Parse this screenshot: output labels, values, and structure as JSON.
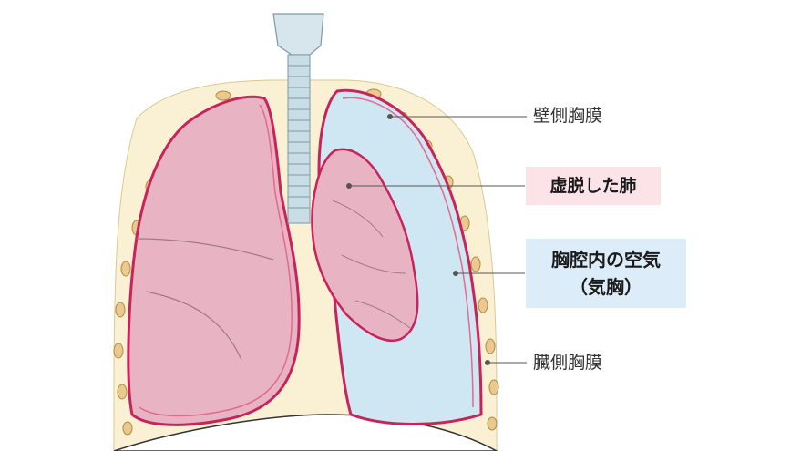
{
  "labels": {
    "parietal_pleura": "壁側胸膜",
    "collapsed_lung": "虚脱した肺",
    "pleural_air_line1": "胸腔内の空気",
    "pleural_air_line2": "（気胸）",
    "visceral_pleura": "臓側胸膜"
  },
  "colors": {
    "collapsed_lung_box": "#fbe3e8",
    "pleural_air_box": "#dcecf9",
    "pleura_line": "#c8235a",
    "lung": "#e8b4c4",
    "pleural_air": "#cfe7f2",
    "chest_wall": "#faf1d4",
    "rib": "#e9c98f"
  }
}
